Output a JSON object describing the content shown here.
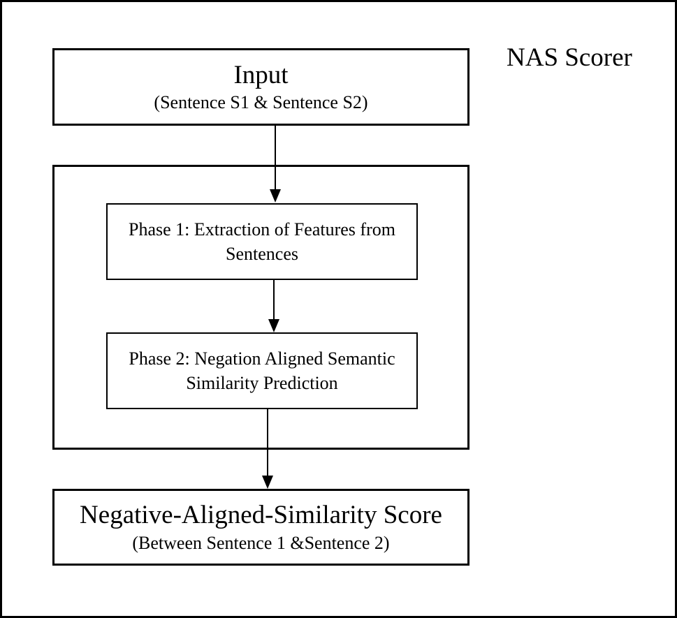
{
  "diagram": {
    "title_label": "NAS Scorer",
    "input_box": {
      "title": "Input",
      "subtitle": "(Sentence S1 & Sentence S2)"
    },
    "phase1_box": {
      "line1": "Phase 1: Extraction of Features from",
      "line2": "Sentences"
    },
    "phase2_box": {
      "line1": "Phase 2: Negation Aligned Semantic",
      "line2": "Similarity Prediction"
    },
    "output_box": {
      "title": "Negative-Aligned-Similarity Score",
      "subtitle": "(Between Sentence 1 &Sentence 2)"
    }
  },
  "colors": {
    "ink": "#000000",
    "paper": "#ffffff"
  }
}
